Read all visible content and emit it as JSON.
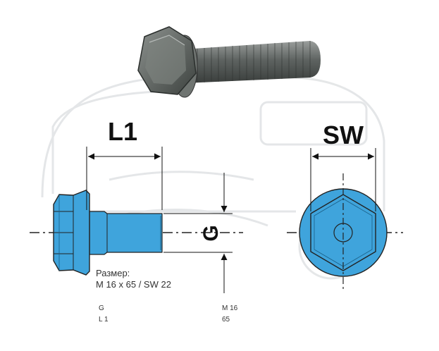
{
  "dimensions": {
    "length_label": "L1",
    "across_flats_label": "SW",
    "thread_label": "G"
  },
  "size": {
    "caption": "Размер:",
    "value": "M 16 x 65 / SW 22"
  },
  "spec_table": [
    {
      "param": "G",
      "value": "M 16"
    },
    {
      "param": "L 1",
      "value": "65"
    }
  ],
  "colors": {
    "part_fill": "#3fa4dc",
    "outline": "#222222"
  }
}
